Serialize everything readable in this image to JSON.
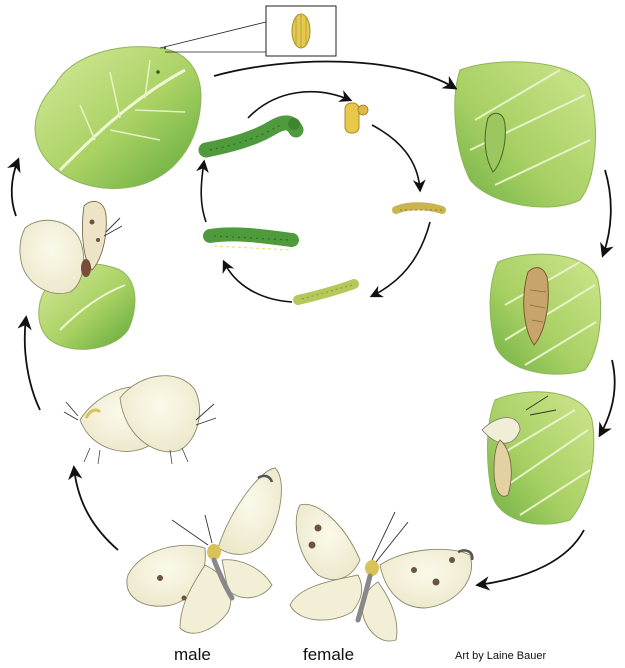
{
  "labels": {
    "male": "male",
    "female": "female",
    "credit": "Art by Laine Bauer"
  },
  "colors": {
    "leaf_light": "#c9e28a",
    "leaf_mid": "#9cc85a",
    "leaf_dark": "#5fa83a",
    "caterpillar": "#4f9a3c",
    "chrysalis": "#c7a46a",
    "egg": "#e3c94e",
    "wing": "#f4f1dc",
    "wing_spot": "#6b5440",
    "arrow": "#111111"
  }
}
